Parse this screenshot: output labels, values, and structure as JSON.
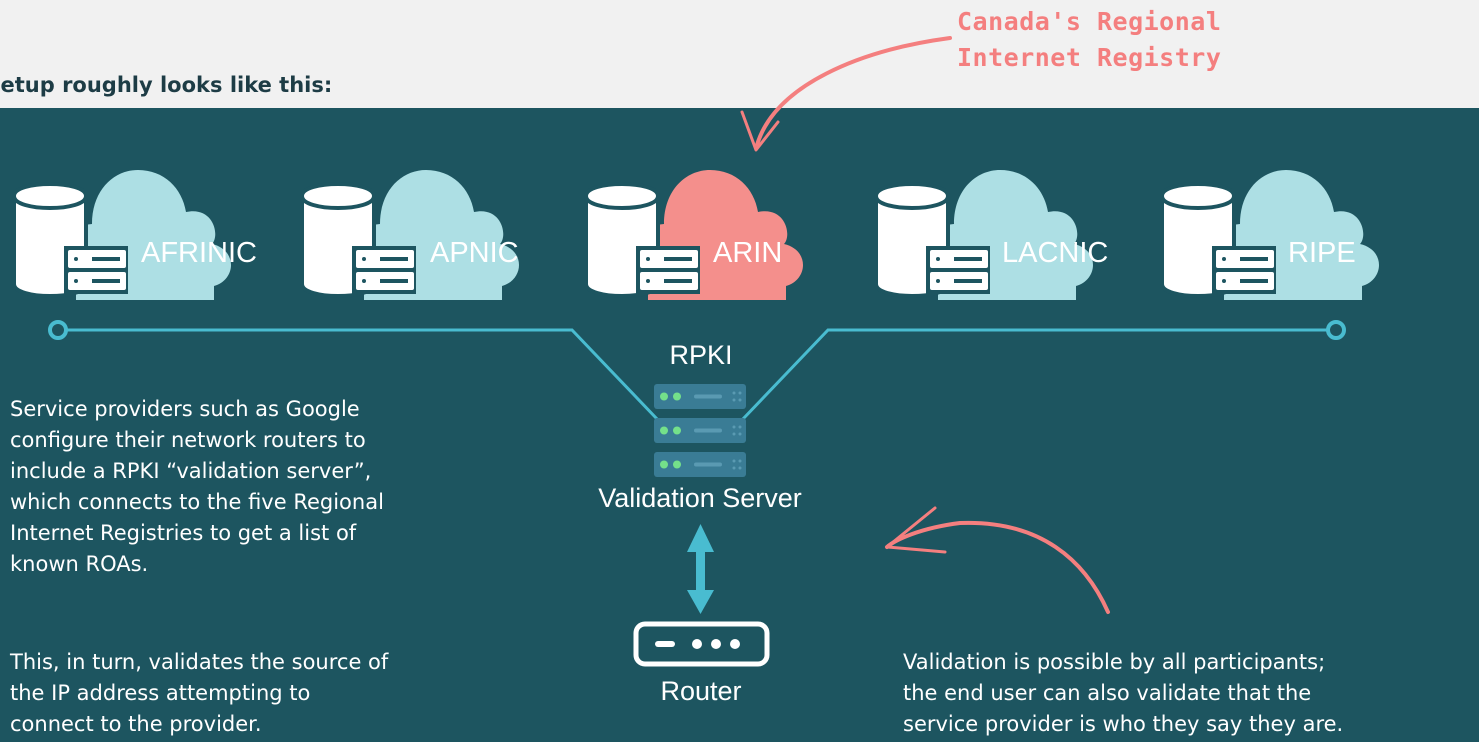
{
  "header": {
    "tab_label": "setup roughly looks like this:"
  },
  "annotation": {
    "lines": [
      "Canada's Regional",
      "Internet Registry"
    ]
  },
  "registries": [
    {
      "name": "AFRINIC",
      "cloud_color": "#addfe4"
    },
    {
      "name": "APNIC",
      "cloud_color": "#addfe4"
    },
    {
      "name": "ARIN",
      "cloud_color": "#f48f8c"
    },
    {
      "name": "LACNIC",
      "cloud_color": "#addfe4"
    },
    {
      "name": "RIPE",
      "cloud_color": "#addfe4"
    }
  ],
  "rpki": {
    "title": "RPKI",
    "subtitle": "Validation Server"
  },
  "router": {
    "label": "Router"
  },
  "left_text": {
    "paragraph1": [
      "Service providers such as Google",
      "configure their network routers to",
      "include a RPKI “validation server”,",
      "which connects to the five Regional",
      "Internet Registries to get a list of",
      "known ROAs."
    ],
    "paragraph2": [
      "This, in turn, validates the source of",
      "the IP address attempting to",
      "connect to the provider."
    ]
  },
  "right_text": {
    "lines": [
      "Validation is possible by all participants;",
      "the end user can also validate that the",
      "service provider is who they say they are."
    ]
  },
  "colors": {
    "background": "#f1f1f1",
    "panel": "#1d5560",
    "line": "#49bcd0",
    "accent": "#f47f7f",
    "cloud": "#addfe4",
    "cloud_highlight": "#f48f8c",
    "server_body": "#3a7c95",
    "server_led": "#74e08a"
  },
  "icons": [
    "database-icon",
    "cloud-icon",
    "server-rack-icon",
    "router-icon",
    "double-arrow-icon",
    "curved-arrow-icon"
  ]
}
